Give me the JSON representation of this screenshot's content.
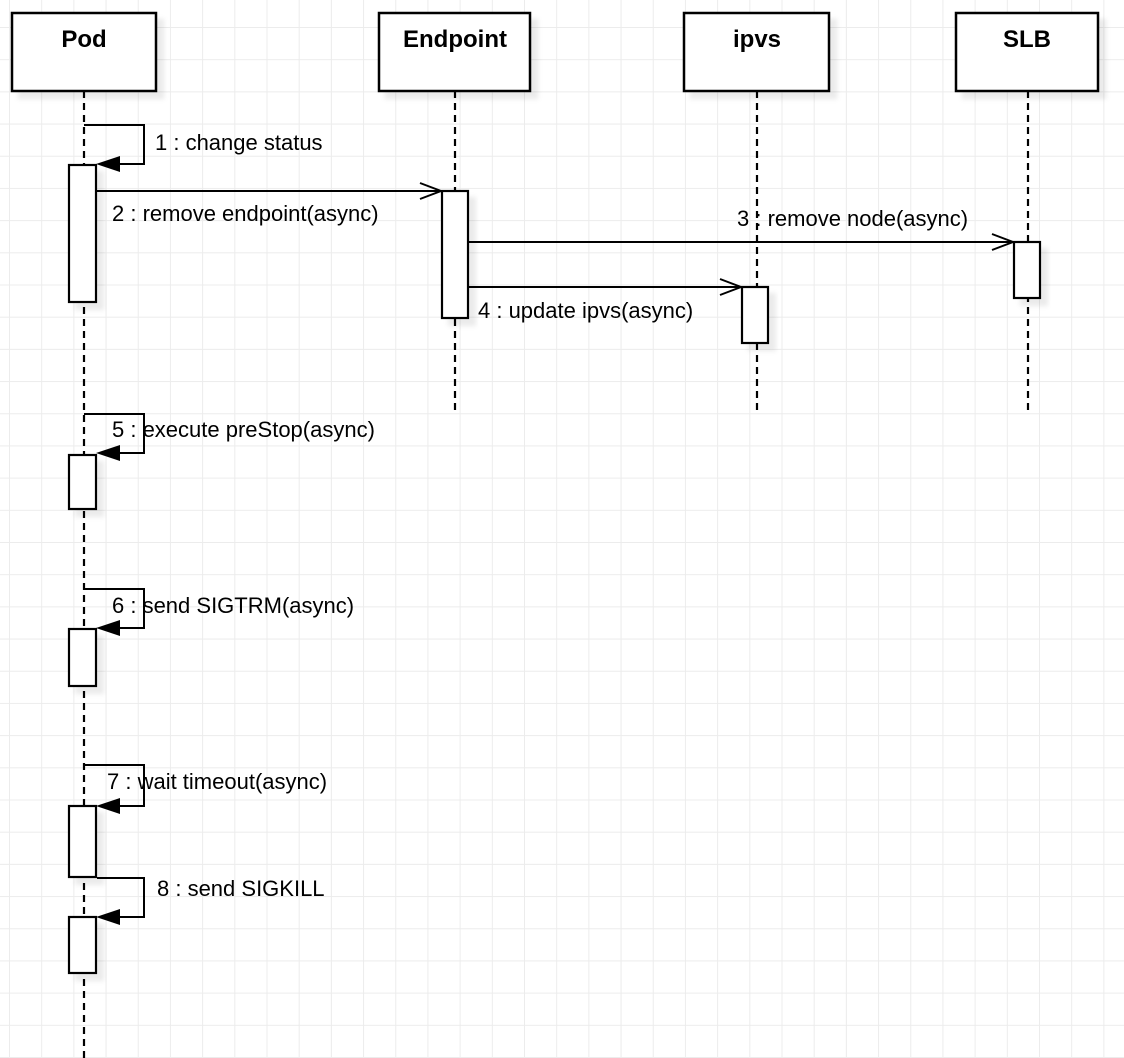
{
  "diagram": {
    "kind": "uml-sequence-diagram",
    "actors": [
      {
        "name": "Pod"
      },
      {
        "name": "Endpoint"
      },
      {
        "name": "ipvs"
      },
      {
        "name": "SLB"
      }
    ],
    "messages": [
      {
        "label": "1 : change status",
        "from": "Pod",
        "to": "Pod",
        "type": "self"
      },
      {
        "label": "2 : remove endpoint(async)",
        "from": "Pod",
        "to": "Endpoint",
        "type": "async"
      },
      {
        "label": "3 : remove node(async)",
        "from": "Endpoint",
        "to": "SLB",
        "type": "async"
      },
      {
        "label": "4 : update ipvs(async)",
        "from": "Endpoint",
        "to": "ipvs",
        "type": "async"
      },
      {
        "label": "5 : execute preStop(async)",
        "from": "Pod",
        "to": "Pod",
        "type": "self"
      },
      {
        "label": "6 : send SIGTRM(async)",
        "from": "Pod",
        "to": "Pod",
        "type": "self"
      },
      {
        "label": "7 : wait timeout(async)",
        "from": "Pod",
        "to": "Pod",
        "type": "self"
      },
      {
        "label": "8 : send SIGKILL",
        "from": "Pod",
        "to": "Pod",
        "type": "self"
      }
    ],
    "colors": {
      "stroke": "#000000",
      "fill": "#ffffff",
      "grid": "#ececec",
      "background": "#ffffff"
    }
  }
}
